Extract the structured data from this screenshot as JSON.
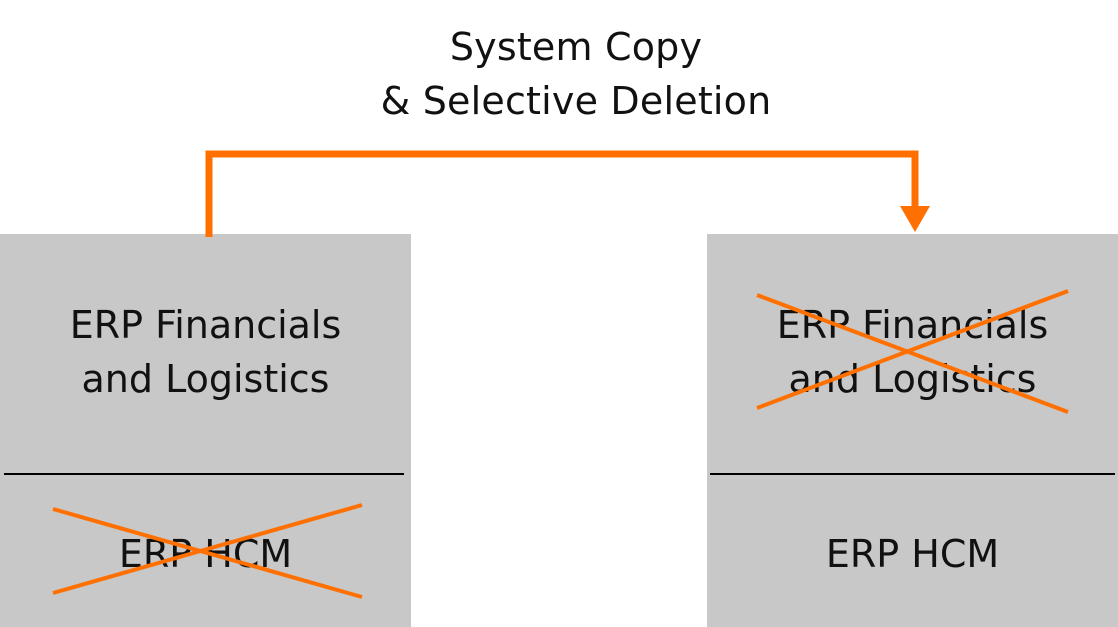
{
  "title": {
    "line1": "System Copy",
    "line2": "& Selective Deletion"
  },
  "source_system": {
    "upper_line1": "ERP Financials",
    "upper_line2": "and Logistics",
    "lower": "ERP HCM",
    "crossed_out": "lower"
  },
  "target_system": {
    "upper_line1": "ERP Financials",
    "upper_line2": "and Logistics",
    "lower": "ERP HCM",
    "crossed_out": "upper"
  },
  "colors": {
    "accent": "#ff7000",
    "box_fill": "#c8c8c8",
    "text": "#111111"
  }
}
